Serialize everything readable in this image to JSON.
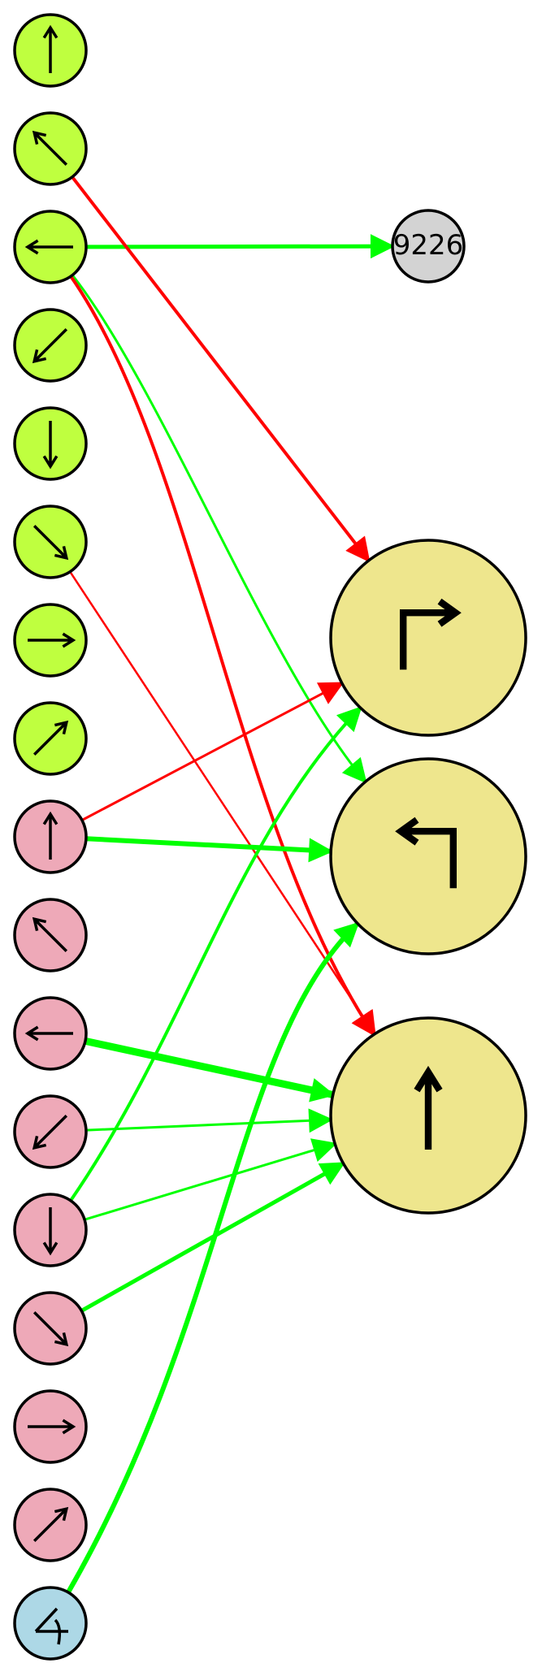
{
  "palette": {
    "sensor_fill": "#bfff3f",
    "neuron_fill": "#eea9b8",
    "bias_fill": "#add8e6",
    "output_fill": "#eee68d",
    "hidden_fill": "#d3d3d3",
    "excitatory": "#00ff00",
    "inhibitory": "#ff0000"
  },
  "nodes": [
    {
      "id": "s0",
      "kind": "sensor",
      "icon": "arrow-up-icon"
    },
    {
      "id": "s1",
      "kind": "sensor",
      "icon": "arrow-up-left-icon"
    },
    {
      "id": "s2",
      "kind": "sensor",
      "icon": "arrow-left-icon"
    },
    {
      "id": "s3",
      "kind": "sensor",
      "icon": "arrow-down-left-icon"
    },
    {
      "id": "s4",
      "kind": "sensor",
      "icon": "arrow-down-icon"
    },
    {
      "id": "s5",
      "kind": "sensor",
      "icon": "arrow-down-right-icon"
    },
    {
      "id": "s6",
      "kind": "sensor",
      "icon": "arrow-right-icon"
    },
    {
      "id": "s7",
      "kind": "sensor",
      "icon": "arrow-up-right-icon"
    },
    {
      "id": "n0",
      "kind": "neuron",
      "icon": "arrow-up-icon"
    },
    {
      "id": "n1",
      "kind": "neuron",
      "icon": "arrow-up-left-icon"
    },
    {
      "id": "n2",
      "kind": "neuron",
      "icon": "arrow-left-icon"
    },
    {
      "id": "n3",
      "kind": "neuron",
      "icon": "arrow-down-left-icon"
    },
    {
      "id": "n4",
      "kind": "neuron",
      "icon": "arrow-down-icon"
    },
    {
      "id": "n5",
      "kind": "neuron",
      "icon": "arrow-down-right-icon"
    },
    {
      "id": "n6",
      "kind": "neuron",
      "icon": "arrow-right-icon"
    },
    {
      "id": "n7",
      "kind": "neuron",
      "icon": "arrow-up-right-icon"
    },
    {
      "id": "b0",
      "kind": "bias",
      "icon": "angle-icon"
    },
    {
      "id": "h0",
      "kind": "hidden",
      "label": "9226"
    },
    {
      "id": "o0",
      "kind": "output",
      "icon": "turn-right-icon"
    },
    {
      "id": "o1",
      "kind": "output",
      "icon": "turn-left-icon"
    },
    {
      "id": "o2",
      "kind": "output",
      "icon": "forward-icon"
    }
  ],
  "edges": [
    {
      "from": "s2",
      "to": "h0",
      "sign": "excitatory",
      "weight": 5
    },
    {
      "from": "s1",
      "to": "o0",
      "sign": "inhibitory",
      "weight": 4
    },
    {
      "from": "s2",
      "to": "o1",
      "sign": "excitatory",
      "weight": 3
    },
    {
      "from": "s2",
      "to": "o2",
      "sign": "inhibitory",
      "weight": 4
    },
    {
      "from": "s5",
      "to": "o2",
      "sign": "inhibitory",
      "weight": 2.5
    },
    {
      "from": "n0",
      "to": "o0",
      "sign": "inhibitory",
      "weight": 3
    },
    {
      "from": "n0",
      "to": "o1",
      "sign": "excitatory",
      "weight": 6
    },
    {
      "from": "n2",
      "to": "o2",
      "sign": "excitatory",
      "weight": 9
    },
    {
      "from": "n3",
      "to": "o2",
      "sign": "excitatory",
      "weight": 3
    },
    {
      "from": "n4",
      "to": "o0",
      "sign": "excitatory",
      "weight": 4
    },
    {
      "from": "n4",
      "to": "o2",
      "sign": "excitatory",
      "weight": 3
    },
    {
      "from": "n5",
      "to": "o2",
      "sign": "excitatory",
      "weight": 5
    },
    {
      "from": "b0",
      "to": "o1",
      "sign": "excitatory",
      "weight": 6
    }
  ]
}
